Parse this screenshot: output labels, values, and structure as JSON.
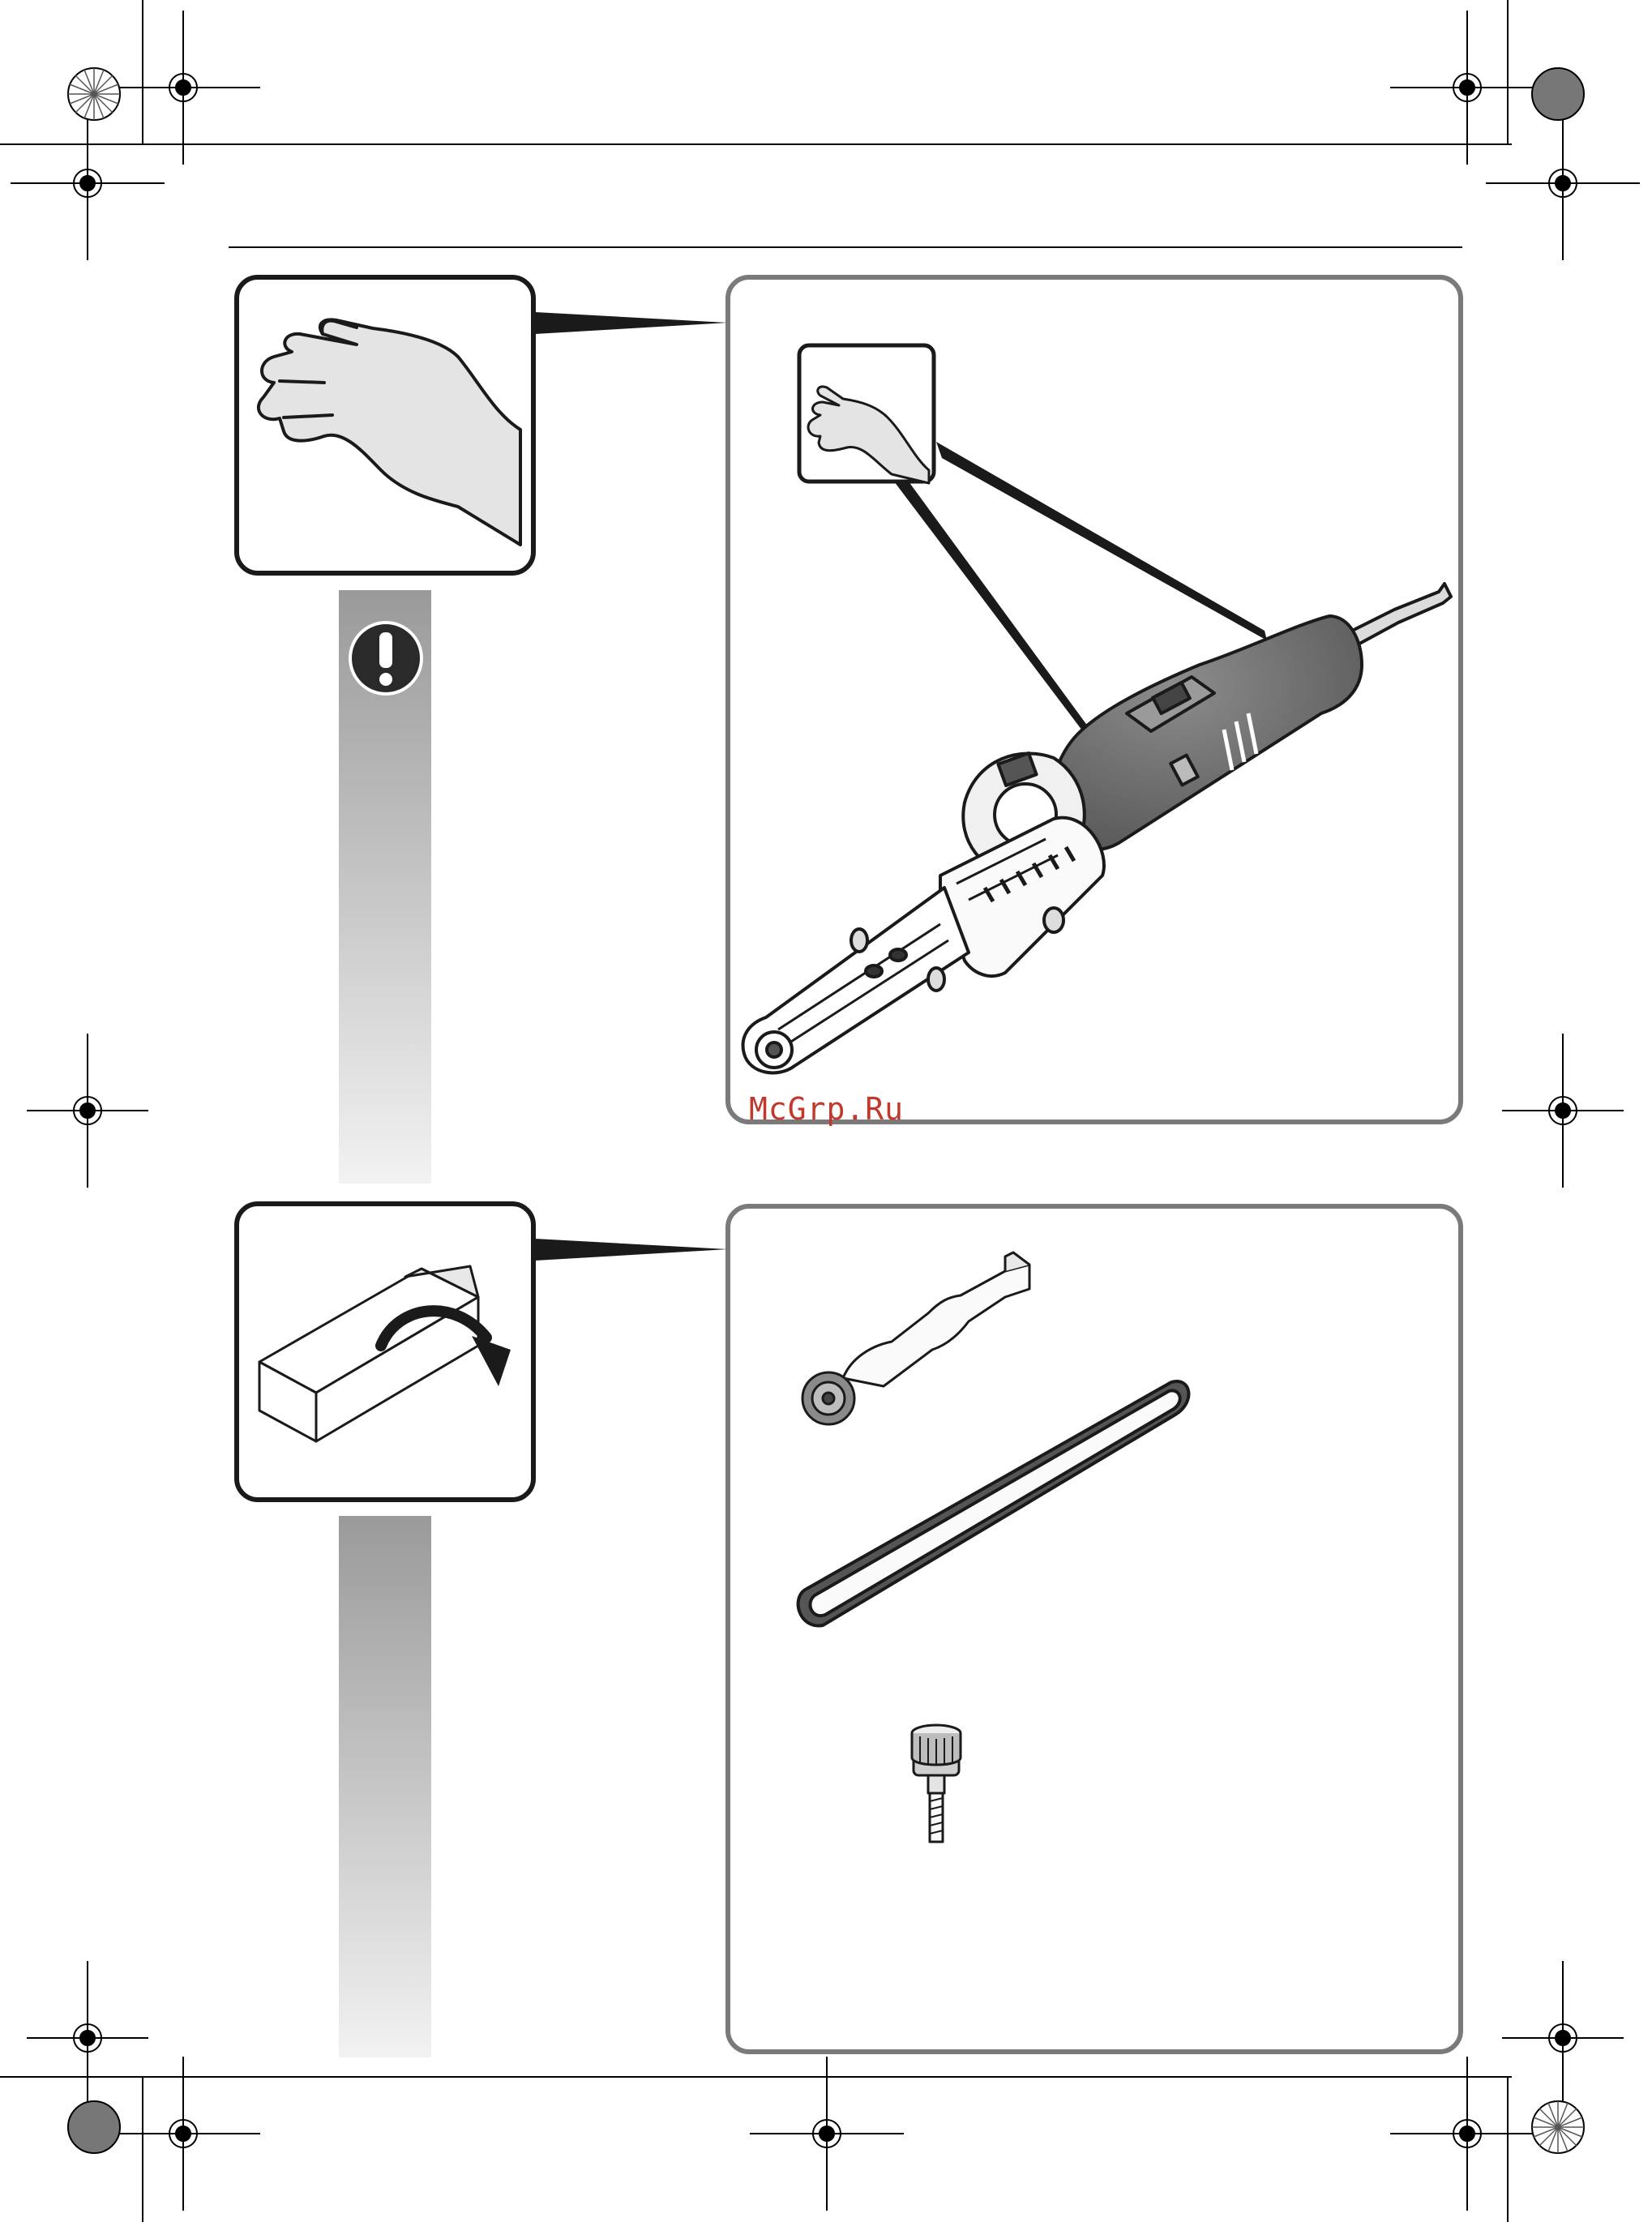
{
  "page": {
    "watermark_text": "McGrp.Ru"
  },
  "sections": [
    {
      "id": "safety",
      "callout_icon": "hand-with-finger-protection-icon",
      "status_icon": "exclamation-warning-icon",
      "main_illustration": "belt-grinder-tool-icon",
      "inset_icon": "hand-grip-icon"
    },
    {
      "id": "contents",
      "callout_icon": "open-box-icon",
      "items": [
        "belt-arm-with-roller-icon",
        "sanding-belt-icon",
        "knurled-screw-icon"
      ]
    }
  ],
  "colors": {
    "frame_stroke": "#1a1a1a",
    "panel_stroke": "#7a7a7a",
    "gradient_top": "#9a9a9a",
    "gradient_bottom": "#f2f2f2",
    "tool_body": "#6e6e6e",
    "watermark": "#c0392b"
  }
}
